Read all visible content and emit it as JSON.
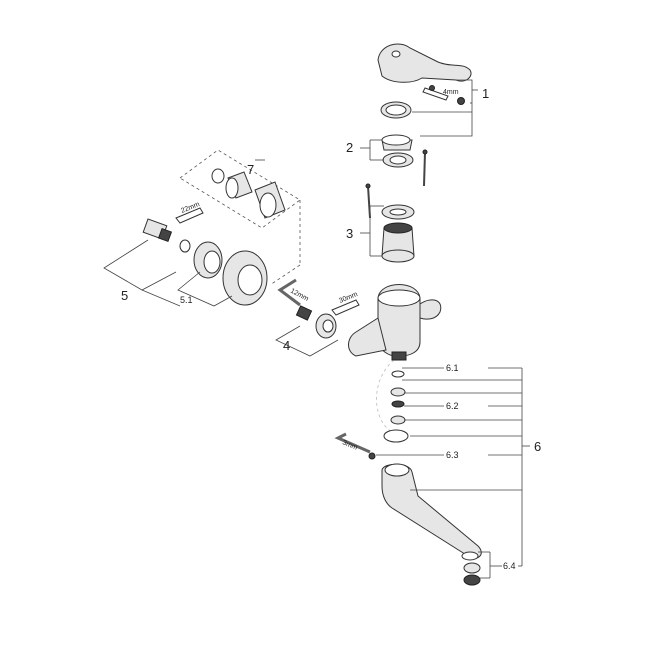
{
  "callouts": {
    "c1": "1",
    "c2": "2",
    "c3": "3",
    "c4": "4",
    "c5": "5",
    "c51": "5.1",
    "c6": "6",
    "c61": "6.1",
    "c62": "6.2",
    "c63": "6.3",
    "c64": "6.4",
    "c7": "7"
  },
  "dimensions": {
    "d4mm": "4mm",
    "d22mm": "22mm",
    "d12mm": "12mm",
    "d30mm": "30mm",
    "d3mm": "3mm"
  }
}
